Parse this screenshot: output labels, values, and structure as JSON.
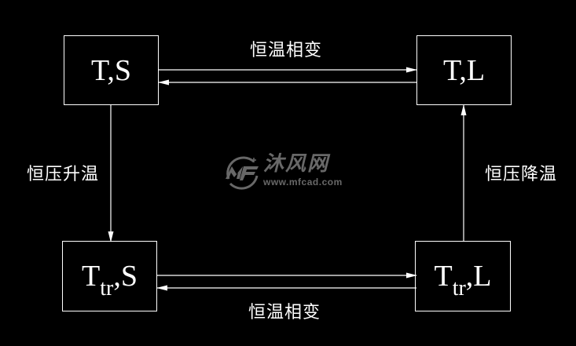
{
  "diagram": {
    "background_color": "#000000",
    "line_color": "#ffffff",
    "states": [
      {
        "id": "top-left",
        "main": "T",
        "sub": "",
        "suffix": ",S"
      },
      {
        "id": "top-right",
        "main": "T",
        "sub": "",
        "suffix": ",L"
      },
      {
        "id": "bottom-left",
        "main": "T",
        "sub": "tr",
        "suffix": ",S"
      },
      {
        "id": "bottom-right",
        "main": "T",
        "sub": "tr",
        "suffix": ",L"
      }
    ],
    "edges": {
      "top": "恒温相变",
      "bottom": "恒温相变",
      "left": "恒压升温",
      "right": "恒压降温"
    }
  },
  "watermark": {
    "brand_cn": "沐风网",
    "url": "www.mfcad.com",
    "logo": "MF-logo-icon"
  }
}
